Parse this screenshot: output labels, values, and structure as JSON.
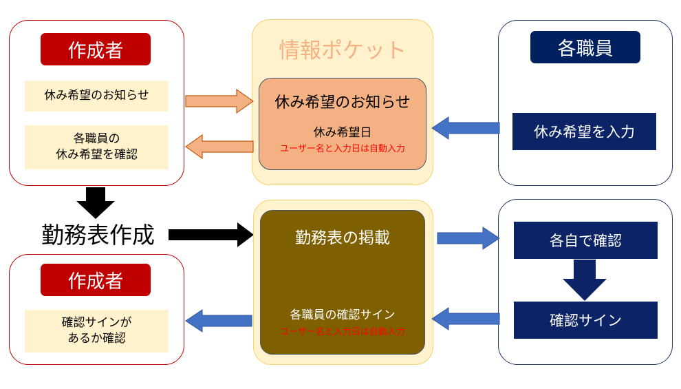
{
  "creator_top": {
    "tag": "作成者",
    "note1": "休み希望のお知らせ",
    "note2_line1": "各職員の",
    "note2_line2": "休み希望を確認"
  },
  "pocket_top": {
    "title": "情報ポケット",
    "card_title": "休み希望のお知らせ",
    "card_sub": "休み希望日",
    "card_note": "ユーザー名と入力日は自動入力"
  },
  "staff_top": {
    "tag": "各職員",
    "action": "休み希望を入力"
  },
  "center_label": "勤務表作成",
  "creator_bottom": {
    "tag": "作成者",
    "note_line1": "確認サインが",
    "note_line2": "あるか確認"
  },
  "pocket_bottom": {
    "card_title": "勤務表の掲載",
    "card_sub": "各職員の確認サイン",
    "card_note": "ユーザー名と入力日は自動入力"
  },
  "staff_bottom": {
    "step1": "各自で確認",
    "step2": "確認サイン"
  },
  "colors": {
    "red": "#c00000",
    "navy": "#002060",
    "pale_yellow": "#fff2cc",
    "orange": "#f4b183",
    "olive_brown": "#7f6000",
    "blue_arrow": "#4472c4",
    "auto_note_red": "#ff0000"
  }
}
